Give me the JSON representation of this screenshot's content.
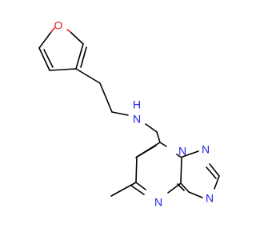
{
  "molecule": {
    "colors": {
      "carbon_bond": "#000000",
      "nitrogen": "#1f1fe6",
      "oxygen": "#e61f1f",
      "background": "#ffffff"
    },
    "atom_labels": {
      "furan_oxygen": "O",
      "amine_nitrogen": "N",
      "amine_hydrogen": "H",
      "triazole_n1": "N",
      "triazole_n2": "N",
      "triazole_n4": "N",
      "pyrimidine_n": "N"
    }
  }
}
